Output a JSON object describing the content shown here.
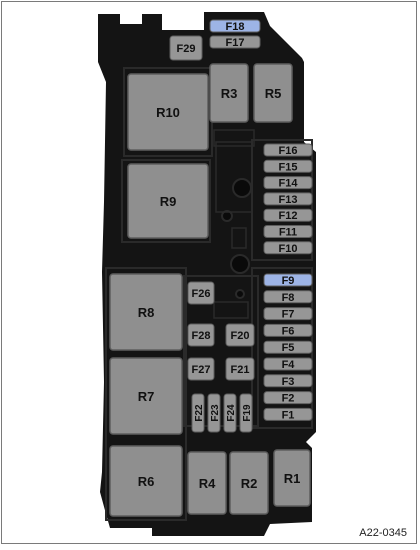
{
  "diagram": {
    "colors": {
      "housing": "#141414",
      "housing_detail": "#2a2a2a",
      "relay": "#8f8f8f",
      "relay_border": "#5e5e5e",
      "fuse": "#969696",
      "fuse_highlight": "#9db4e6",
      "label": "#111111"
    },
    "relays": [
      {
        "id": "R10",
        "label": "R10"
      },
      {
        "id": "R9",
        "label": "R9"
      },
      {
        "id": "R8",
        "label": "R8"
      },
      {
        "id": "R7",
        "label": "R7"
      },
      {
        "id": "R6",
        "label": "R6"
      },
      {
        "id": "R3",
        "label": "R3"
      },
      {
        "id": "R5",
        "label": "R5"
      },
      {
        "id": "R4",
        "label": "R4"
      },
      {
        "id": "R2",
        "label": "R2"
      },
      {
        "id": "R1",
        "label": "R1"
      }
    ],
    "fuses": [
      {
        "id": "F18",
        "label": "F18",
        "highlighted": true
      },
      {
        "id": "F17",
        "label": "F17",
        "highlighted": false
      },
      {
        "id": "F29",
        "label": "F29",
        "highlighted": false
      },
      {
        "id": "F16",
        "label": "F16",
        "highlighted": false
      },
      {
        "id": "F15",
        "label": "F15",
        "highlighted": false
      },
      {
        "id": "F14",
        "label": "F14",
        "highlighted": false
      },
      {
        "id": "F13",
        "label": "F13",
        "highlighted": false
      },
      {
        "id": "F12",
        "label": "F12",
        "highlighted": false
      },
      {
        "id": "F11",
        "label": "F11",
        "highlighted": false
      },
      {
        "id": "F10",
        "label": "F10",
        "highlighted": false
      },
      {
        "id": "F9",
        "label": "F9",
        "highlighted": true
      },
      {
        "id": "F8",
        "label": "F8",
        "highlighted": false
      },
      {
        "id": "F7",
        "label": "F7",
        "highlighted": false
      },
      {
        "id": "F6",
        "label": "F6",
        "highlighted": false
      },
      {
        "id": "F5",
        "label": "F5",
        "highlighted": false
      },
      {
        "id": "F4",
        "label": "F4",
        "highlighted": false
      },
      {
        "id": "F3",
        "label": "F3",
        "highlighted": false
      },
      {
        "id": "F2",
        "label": "F2",
        "highlighted": false
      },
      {
        "id": "F1",
        "label": "F1",
        "highlighted": false
      },
      {
        "id": "F26",
        "label": "F26",
        "highlighted": false
      },
      {
        "id": "F28",
        "label": "F28",
        "highlighted": false
      },
      {
        "id": "F20",
        "label": "F20",
        "highlighted": false
      },
      {
        "id": "F27",
        "label": "F27",
        "highlighted": false
      },
      {
        "id": "F21",
        "label": "F21",
        "highlighted": false
      },
      {
        "id": "F22",
        "label": "F22",
        "highlighted": false
      },
      {
        "id": "F23",
        "label": "F23",
        "highlighted": false
      },
      {
        "id": "F24",
        "label": "F24",
        "highlighted": false
      },
      {
        "id": "F19",
        "label": "F19",
        "highlighted": false
      }
    ],
    "reference": "A22-0345"
  }
}
